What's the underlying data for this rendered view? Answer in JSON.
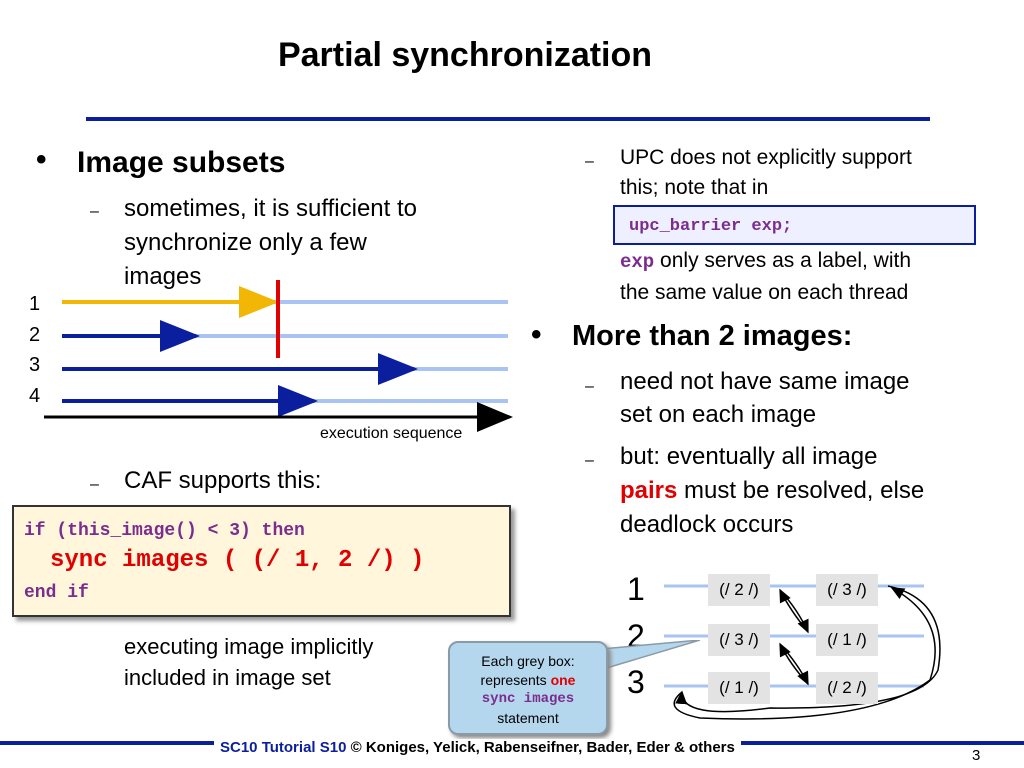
{
  "title": "Partial synchronization",
  "left": {
    "bullet1": "Image subsets",
    "sub1": [
      "sometimes, it is sufficient to",
      "synchronize only a few",
      "images"
    ],
    "diagram": {
      "rows": [
        "1",
        "2",
        "3",
        "4"
      ],
      "axis_label": "execution sequence"
    },
    "sub2": "CAF supports this:",
    "code": {
      "line1": "if (this_image() < 3) then",
      "line2": "sync images ( (/ 1, 2 /) )",
      "line3": "end if"
    },
    "note": [
      "executing image implicitly",
      "included in image set"
    ]
  },
  "right": {
    "sub_upc": [
      "UPC does not explicitly support",
      "this; note that in"
    ],
    "upc_code": "upc_barrier exp;",
    "exp_word": "exp",
    "exp_rest": " only serves as a label, with",
    "exp_line2": "the same value on each thread",
    "bullet2": "More than 2 images:",
    "sub_a": [
      "need not have same image",
      "set on each image"
    ],
    "sub_b1": "but: eventually all image",
    "sub_b_pairs": "pairs",
    "sub_b_rest": " must be resolved, else",
    "sub_b3": "deadlock occurs",
    "grid": {
      "rows": [
        "1",
        "2",
        "3"
      ],
      "boxes": [
        [
          "(/ 2 /)",
          "(/ 3 /)"
        ],
        [
          "(/ 3 /)",
          "(/ 1 /)"
        ],
        [
          "(/ 1 /)",
          "(/ 2 /)"
        ]
      ]
    },
    "callout": {
      "line1": "Each grey box:",
      "line2": "represents ",
      "one": "one",
      "code": "sync images",
      "line4": "statement"
    }
  },
  "footer": {
    "tutorial": "SC10 Tutorial S10",
    "authors": " © Koniges, Yelick, Rabenseifner, Bader, Eder & others",
    "page": "3"
  },
  "colors": {
    "blue": "#0b1f9e",
    "purple": "#7b2d8e",
    "red": "#e00000",
    "yellow": "#f2b705"
  }
}
